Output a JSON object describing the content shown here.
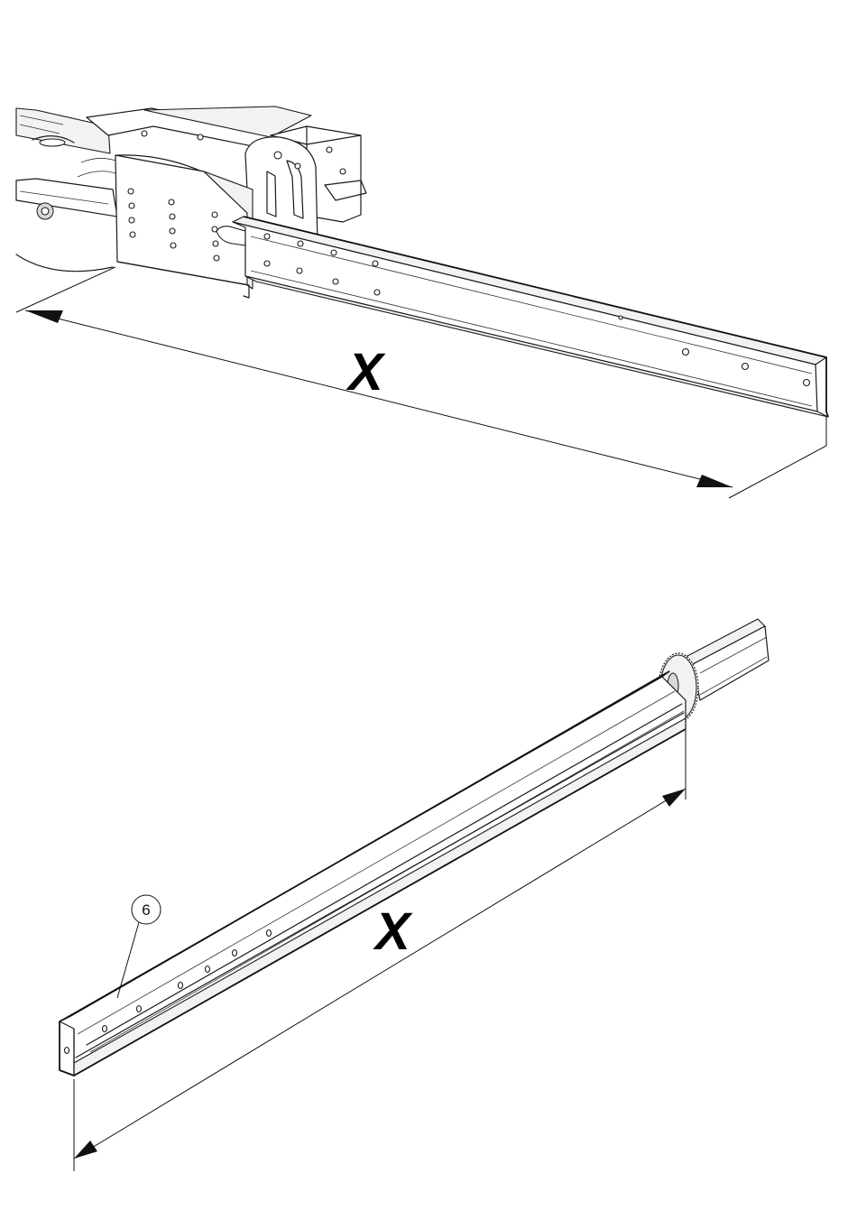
{
  "figure_top": {
    "dimension_label": "X"
  },
  "figure_bottom": {
    "dimension_label": "X",
    "callout_number": "6"
  },
  "colors": {
    "line": "#1a1a1a",
    "background": "#ffffff",
    "shade": "#f2f2f2"
  }
}
